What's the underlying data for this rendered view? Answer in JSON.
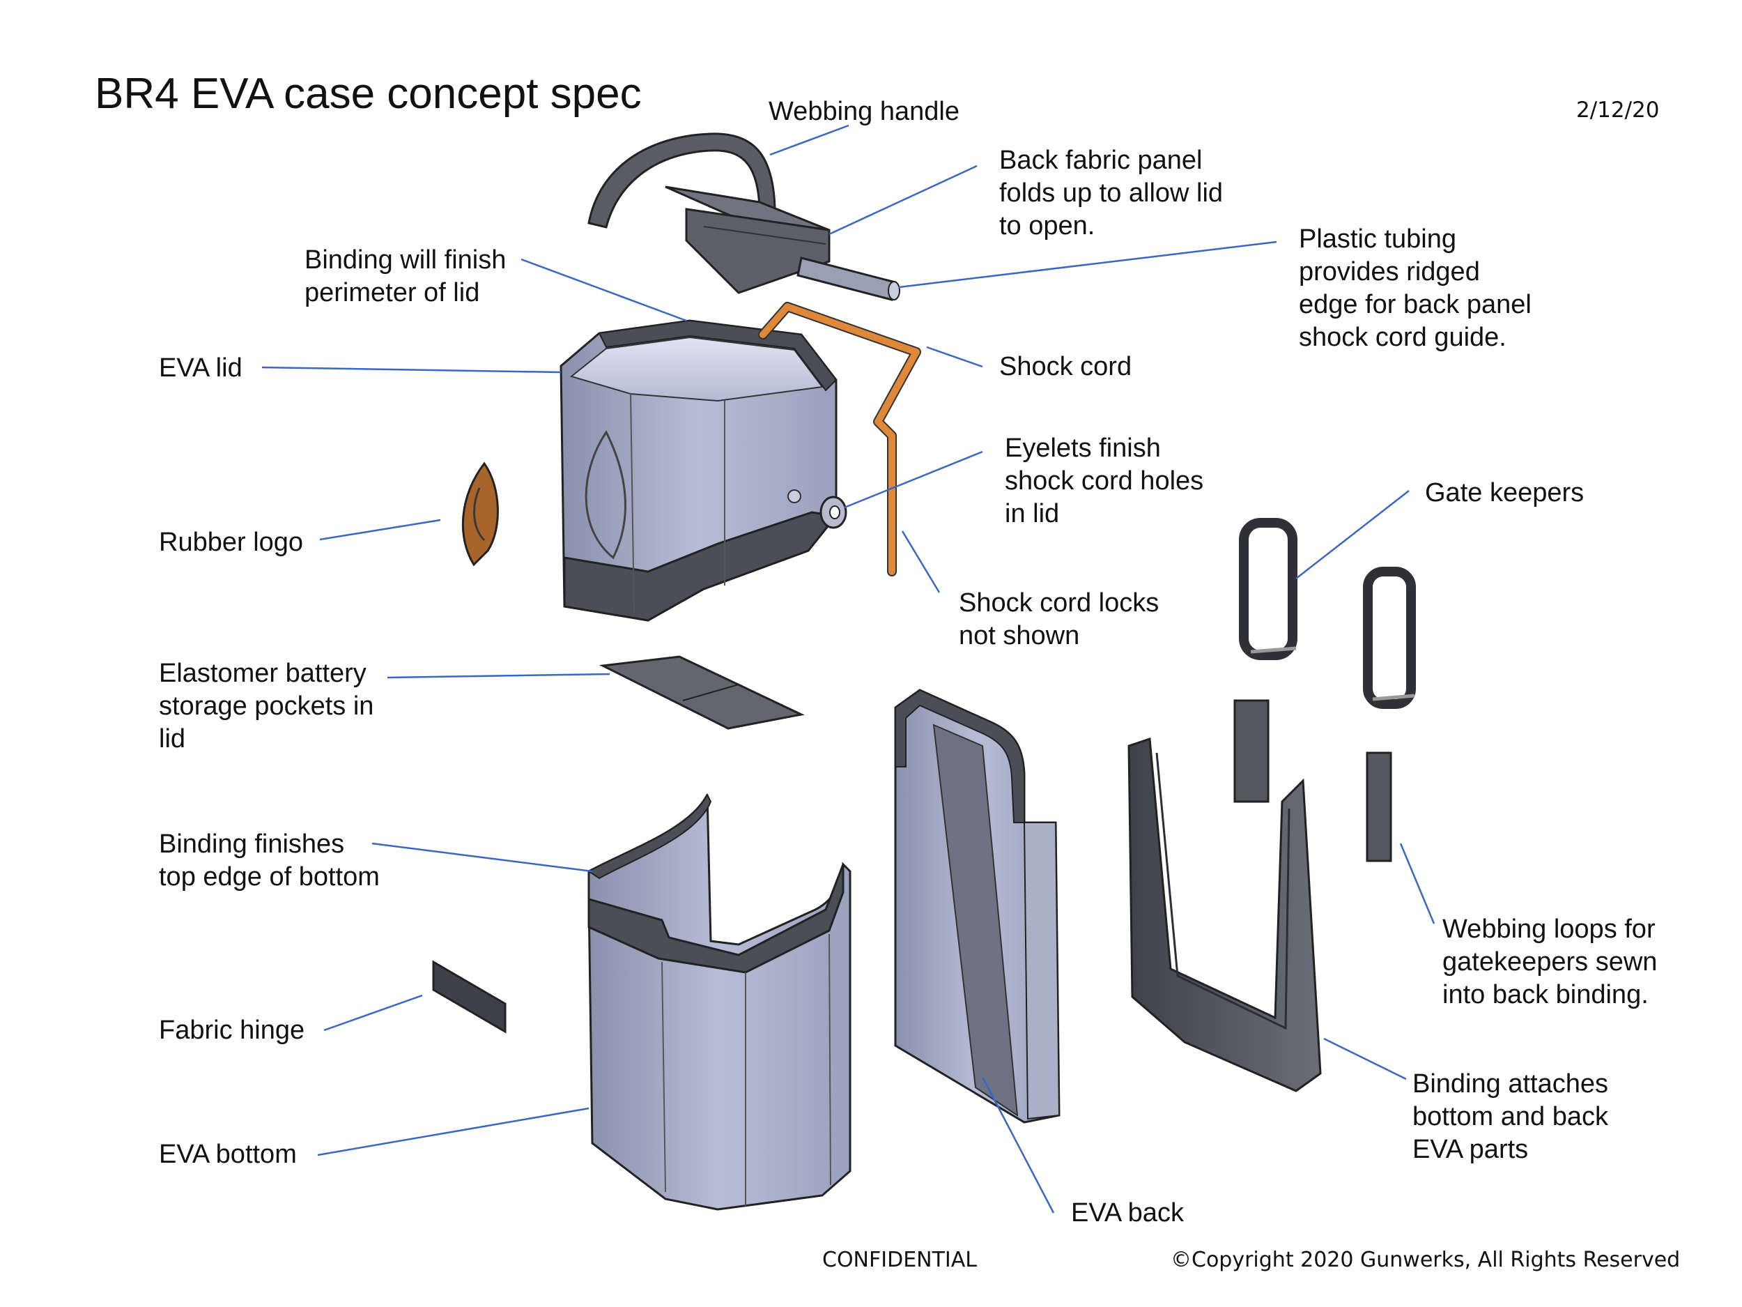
{
  "header": {
    "title": "BR4 EVA case concept spec",
    "date": "2/12/20"
  },
  "labels": {
    "webbing_handle": [
      "Webbing handle"
    ],
    "back_fabric_panel": [
      "Back fabric panel",
      "folds up to allow lid",
      "to open."
    ],
    "plastic_tubing": [
      "Plastic tubing",
      "provides ridged",
      "edge for back panel",
      "shock cord guide."
    ],
    "binding_lid": [
      "Binding will finish",
      "perimeter of lid"
    ],
    "eva_lid": [
      "EVA lid"
    ],
    "shock_cord": [
      "Shock cord"
    ],
    "eyelets": [
      "Eyelets finish",
      "shock cord holes",
      "in lid"
    ],
    "gate_keepers": [
      "Gate keepers"
    ],
    "rubber_logo": [
      "Rubber logo"
    ],
    "shock_cord_locks": [
      "Shock cord locks",
      "not shown"
    ],
    "elastomer_pockets": [
      "Elastomer battery",
      "storage pockets in",
      "lid"
    ],
    "binding_bottom": [
      "Binding finishes",
      "top edge of bottom"
    ],
    "webbing_loops": [
      "Webbing loops for",
      "gatekeepers sewn",
      "into back binding."
    ],
    "fabric_hinge": [
      "Fabric hinge"
    ],
    "binding_attaches": [
      "Binding attaches",
      "bottom and back",
      "EVA parts"
    ],
    "eva_bottom": [
      "EVA bottom"
    ],
    "eva_back": [
      "EVA back"
    ]
  },
  "footer": {
    "confidential": "CONFIDENTIAL",
    "copyright": "©Copyright 2020 Gunwerks,  All Rights Reserved"
  },
  "colors": {
    "leader_line": "#3a66c4",
    "shock_cord": "#e0883a",
    "eva_part": "#9aa1bd",
    "binding": "#4a4d57",
    "rubber_logo": "#a8642a"
  }
}
